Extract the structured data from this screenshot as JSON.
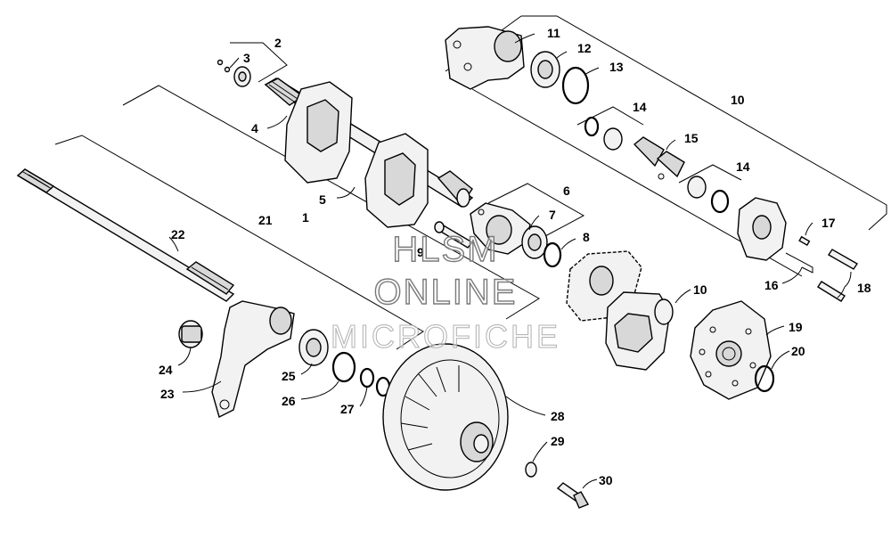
{
  "callouts": [
    "1",
    "2",
    "3",
    "4",
    "5",
    "6",
    "7",
    "8",
    "9",
    "10",
    "10",
    "11",
    "12",
    "13",
    "14",
    "14",
    "15",
    "16",
    "17",
    "18",
    "19",
    "20",
    "21",
    "22",
    "23",
    "24",
    "25",
    "26",
    "27",
    "28",
    "29",
    "30"
  ],
  "watermark": {
    "line1": "HLSM",
    "line2": "ONLINE",
    "line3": "MICROFICHE"
  }
}
